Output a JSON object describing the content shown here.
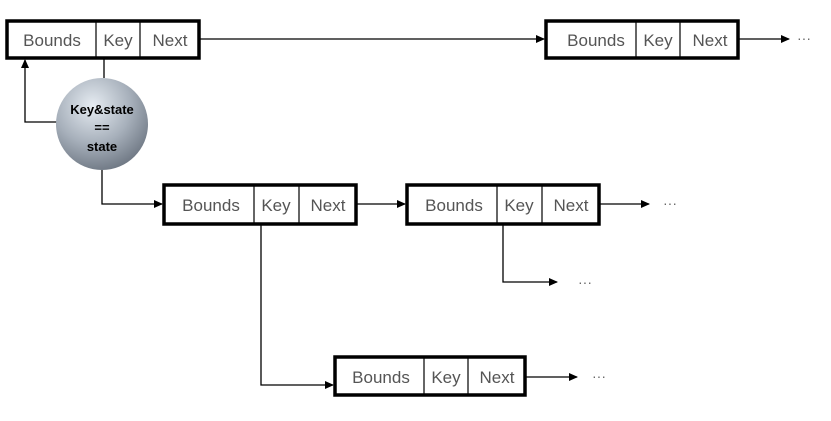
{
  "nodes": [
    {
      "id": "node1",
      "fields": [
        "Bounds",
        "Key",
        "Next"
      ]
    },
    {
      "id": "node2",
      "fields": [
        "Bounds",
        "Key",
        "Next"
      ]
    },
    {
      "id": "node3",
      "fields": [
        "Bounds",
        "Key",
        "Next"
      ]
    },
    {
      "id": "node4",
      "fields": [
        "Bounds",
        "Key",
        "Next"
      ]
    },
    {
      "id": "node5",
      "fields": [
        "Bounds",
        "Key",
        "Next"
      ]
    }
  ],
  "condition": {
    "line1": "Key&state",
    "line2": "==",
    "line3": "state"
  },
  "ellipsis": "···",
  "colors": {
    "box_border": "#000000",
    "text": "#555555",
    "sphere_light": "#e6ecf2",
    "sphere_dark": "#6b7480"
  }
}
